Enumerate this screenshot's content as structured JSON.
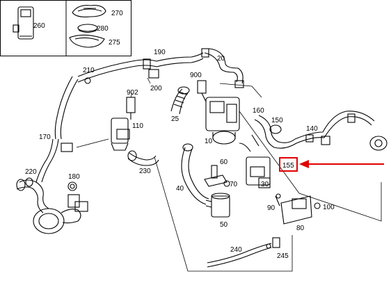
{
  "legend_box": {
    "items": [
      {
        "number": "260"
      },
      {
        "number": "270"
      },
      {
        "number": "280"
      },
      {
        "number": "275"
      }
    ]
  },
  "callouts": {
    "n190": "190",
    "n20": "20",
    "n210": "210",
    "n900": "900",
    "n200": "200",
    "n902": "902",
    "n25": "25",
    "n160": "160",
    "n150": "150",
    "n140": "140",
    "n110": "110",
    "n170": "170",
    "n10": "10",
    "n230": "230",
    "n60": "60",
    "n220": "220",
    "n180": "180",
    "n40": "40",
    "n70": "70",
    "n30": "30",
    "n155": "155",
    "n90": "90",
    "n100": "100",
    "n50": "50",
    "n80": "80",
    "n240": "240",
    "n245": "245"
  },
  "highlight": {
    "target_number": "155",
    "color": "#e00000"
  }
}
